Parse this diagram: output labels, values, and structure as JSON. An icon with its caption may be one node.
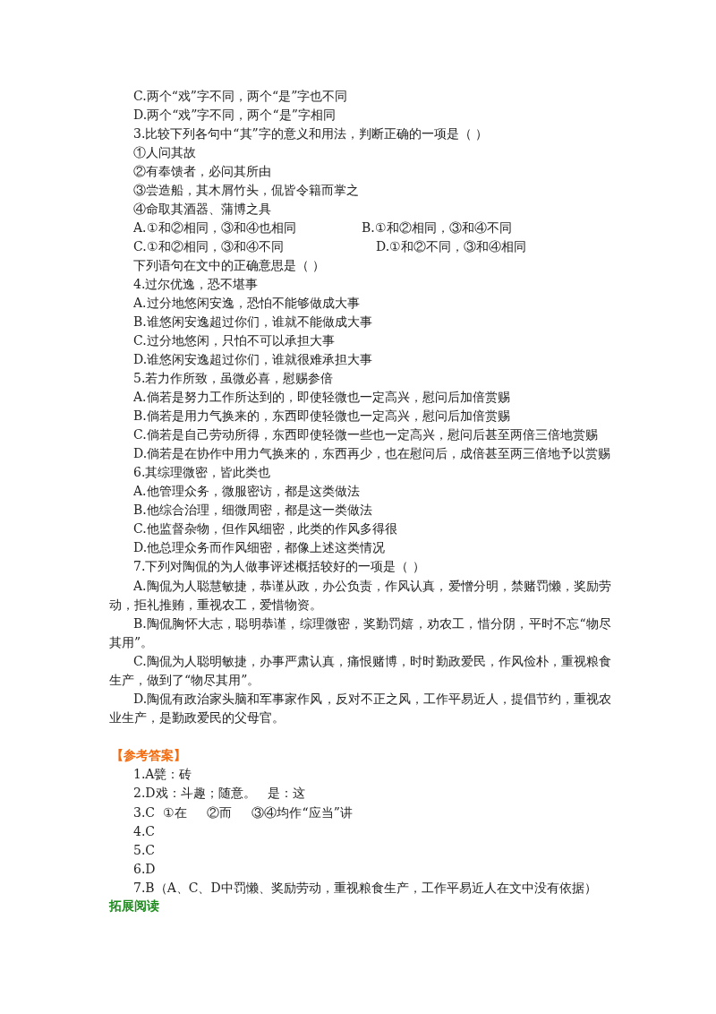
{
  "diagram": {
    "labels": [
      "C.两个“戏”字不同，两个“是”字也不同",
      "D.两个“戏”字不同，两个“是”字相同",
      "3.比较下列各句中“其”字的意义和用法，判断正确的一项是（ ）",
      "①人问其故",
      "②有奉馈者，必问其所由",
      "③尝造船，其木屑竹头，侃皆令籍而掌之",
      "④命取其酒器、蒲博之具",
      "A.①和②相同，③和④也相同",
      "B.①和②相同，③和④不同",
      "C.①和②相同，③和④不同",
      "D.①和②不同，③和④相同",
      "下列语句在文中的正确意思是（ ）",
      "4.过尔优逸，恐不堪事",
      "A.过分地悠闲安逸，恐怕不能够做成大事",
      "B.谁悠闲安逸超过你们，谁就不能做成大事",
      "C.过分地悠闲，只怕不可以承担大事",
      "D.谁悠闲安逸超过你们，谁就很难承担大事",
      "5.若力作所致，虽微必喜，慰赐参倍",
      "A.倘若是努力工作所达到的，即使轻微也一定高兴，慰问后加倍赏赐",
      "B.倘若是用力气换来的，东西即使轻微也一定高兴，慰问后加倍赏赐",
      "C.倘若是自己劳动所得，东西即使轻微一些也一定高兴，慰问后甚至两倍三倍地赏赐",
      "D.倘若是在协作中用力气换来的，东西再少，也在慰问后，成倍甚至两三倍地予以赏赐",
      "6.其综理微密，皆此类也",
      "A.他管理众务，微服密访，都是这类做法",
      "B.他综合治理，细微周密，都是这一类做法",
      "C.他监督杂物，但作风细密，此类的作风多得很",
      "D.他总理众务而作风细密，都像上述这类情况",
      "7.下列对陶侃的为人做事评述概括较好的一项是（ ）",
      "A.陶侃为人聪慧敏捷，恭谨从政，办公负责，作风认真，爱憎分明，禁赌罚懒，奖励劳动，拒礼推贿，重视农工，爱惜物资。",
      "B.陶侃胸怀大志，聪明恭谨，综理微密，奖勤罚嬉，劝农工，惜分阴，平时不忘“物尽其用”。",
      "C.陶侃为人聪明敏捷，办事严肃认真，痛恨赌博，时时勤政爱民，作风俭朴，重视粮食生产，做到了“物尽其用”。",
      "D.陶侃有政治家头脑和军事家作风，反对不正之风，工作平易近人，提倡节约，重视农业生产，是勤政爱民的父母官。",
      "【参考答案】",
      "1.A甓：砖",
      "2.D戏：斗趣；随意。   是：这",
      "3.C  ①在     ②而     ③④均作“应当”讲",
      "4.C",
      "5.C",
      "6.D",
      "7.B（A、C、D中罚懒、奖励劳动，重视粮食生产，工作平易近人在文中没有依据）",
      "拓展阅读"
    ]
  }
}
